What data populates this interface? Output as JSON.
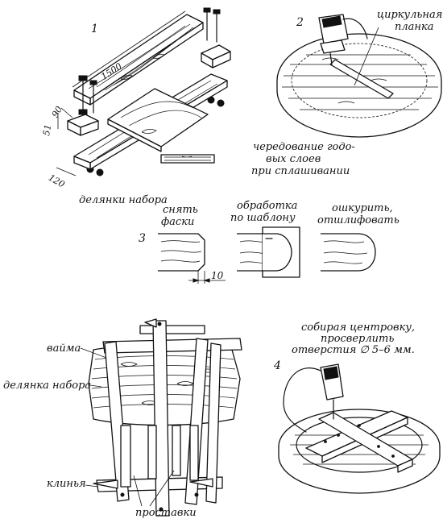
{
  "labels": {
    "fig1_number": "1",
    "fig2_number": "2",
    "fig3_number": "3",
    "fig4_number": "4",
    "dim_length": "1500",
    "dim_90": "90",
    "dim_51": "51",
    "dim_120": "120",
    "dim_10": "10",
    "circular_plank_line1": "циркульная",
    "circular_plank_line2": "планка",
    "rings_line1": "чередование годо-",
    "rings_line2": "вых слоев",
    "rings_line3": "при сплашивании",
    "stave_parts": "делянки набора",
    "chamfer_line1": "снять",
    "chamfer_line2": "фаски",
    "template_line1": "обработка",
    "template_line2": "по шаблону",
    "sand_line1": "ошкурить,",
    "sand_line2": "отшлифовать",
    "clamp": "вайма",
    "stave_part": "делянка набора",
    "wedges": "клинья",
    "spacers": "проставки",
    "drill_line1": "собирая центровку,",
    "drill_line2": "просверлить",
    "drill_line3": "отверстия ∅ 5–6 мм."
  }
}
